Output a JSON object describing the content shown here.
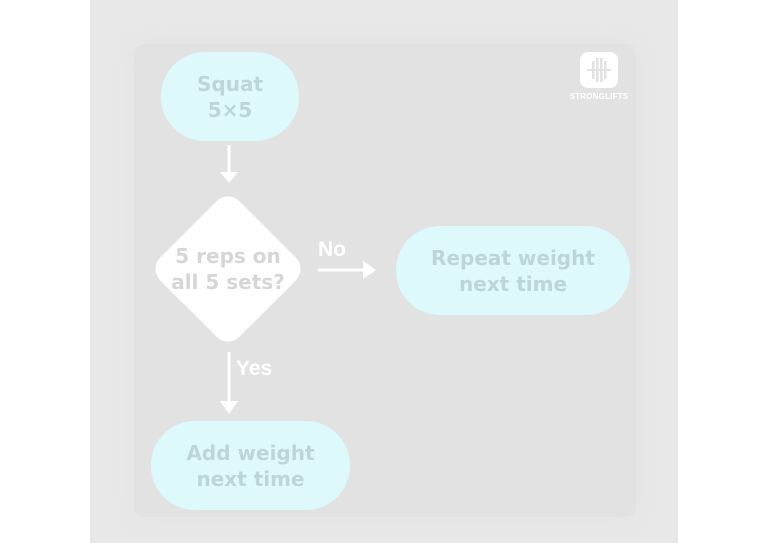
{
  "flowchart": {
    "start_node": "Squat\n5×5",
    "decision_node": "5 reps on\nall 5 sets?",
    "no_branch_label": "No",
    "no_branch_node": "Repeat weight\nnext time",
    "yes_branch_label": "Yes",
    "yes_branch_node": "Add weight\nnext time"
  },
  "brand": {
    "logo_text": "STRONGLIFTS",
    "logo_icon": "barbell-plates-icon"
  },
  "colors": {
    "background": "#e2e2e2",
    "node_fill": "#ddf9fb",
    "decision_fill": "#ffffff",
    "arrow": "#ffffff"
  }
}
